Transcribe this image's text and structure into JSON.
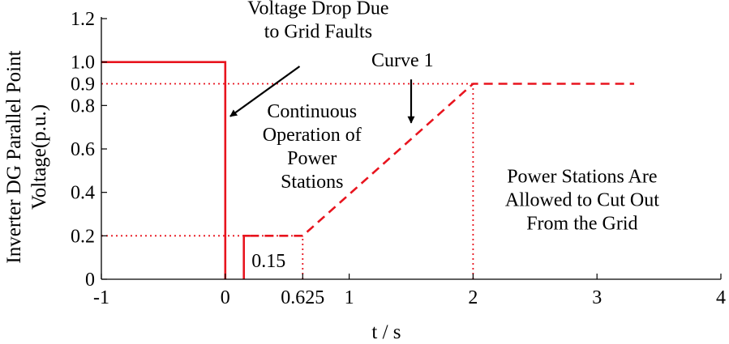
{
  "colors": {
    "curve": "#e8141e",
    "axis": "#000000",
    "ref": "#e8141e",
    "highlight_tick": "#e8141e"
  },
  "chart_data": {
    "type": "line",
    "title": "",
    "xlabel": "t / s",
    "ylabel_lines": [
      "Inverter DG Parallel Point",
      "Voltage(p.u.)"
    ],
    "xlim": [
      -1,
      4
    ],
    "ylim": [
      0,
      1.2
    ],
    "x_ticks": [
      {
        "value": -1,
        "label": "-1"
      },
      {
        "value": 0,
        "label": "0"
      },
      {
        "value": 0.625,
        "label": "0.625"
      },
      {
        "value": 1,
        "label": "1"
      },
      {
        "value": 2,
        "label": "2"
      },
      {
        "value": 3,
        "label": "3"
      },
      {
        "value": 4,
        "label": "4"
      }
    ],
    "y_ticks": [
      {
        "value": 0,
        "label": "0",
        "highlight": false
      },
      {
        "value": 0.2,
        "label": "0.2",
        "highlight": false
      },
      {
        "value": 0.4,
        "label": "0.4",
        "highlight": false
      },
      {
        "value": 0.6,
        "label": "0.6",
        "highlight": false
      },
      {
        "value": 0.8,
        "label": "0.8",
        "highlight": false
      },
      {
        "value": 0.9,
        "label": "0.9",
        "highlight": true
      },
      {
        "value": 1.0,
        "label": "1.0",
        "highlight": false
      },
      {
        "value": 1.2,
        "label": "1.2",
        "highlight": false
      }
    ],
    "series": [
      {
        "style": "solid",
        "points": [
          [
            -1,
            1.0
          ],
          [
            0,
            1.0
          ],
          [
            0,
            0
          ]
        ]
      },
      {
        "style": "solid",
        "points": [
          [
            0.15,
            0
          ],
          [
            0.15,
            0.2
          ],
          [
            0.2,
            0.2
          ]
        ]
      },
      {
        "style": "dashed",
        "points": [
          [
            0.2,
            0.2
          ],
          [
            0.625,
            0.2
          ],
          [
            2.0,
            0.9
          ],
          [
            3.3,
            0.9
          ]
        ]
      }
    ],
    "reference_lines": [
      {
        "points": [
          [
            -1,
            0.9
          ],
          [
            2.0,
            0.9
          ]
        ]
      },
      {
        "points": [
          [
            -1,
            0.2
          ],
          [
            0.625,
            0.2
          ]
        ]
      },
      {
        "points": [
          [
            0.625,
            0
          ],
          [
            0.625,
            0.2
          ]
        ]
      },
      {
        "points": [
          [
            2.0,
            0
          ],
          [
            2.0,
            0.9
          ]
        ]
      }
    ],
    "annotations": [
      {
        "id": "voltage-drop",
        "lines": [
          "Voltage Drop Due",
          "to Grid Faults"
        ],
        "at": [
          0.75,
          1.22
        ],
        "arrow_from": [
          0.6,
          0.98
        ],
        "arrow_to": [
          0.04,
          0.75
        ]
      },
      {
        "id": "curve-1",
        "lines": [
          "Curve 1"
        ],
        "at": [
          1.43,
          0.98
        ],
        "arrow_from": [
          1.5,
          0.92
        ],
        "arrow_to": [
          1.5,
          0.72
        ]
      },
      {
        "id": "continuous-op",
        "lines": [
          "Continuous",
          "Operation of",
          "Power",
          "Stations"
        ],
        "at": [
          0.7,
          0.745
        ]
      },
      {
        "id": "cut-out",
        "lines": [
          "Power Stations Are",
          "Allowed to Cut Out",
          "From the Grid"
        ],
        "at": [
          2.88,
          0.445
        ]
      },
      {
        "id": "time-015",
        "lines": [
          "0.15"
        ],
        "at": [
          0.35,
          0.055
        ]
      }
    ]
  }
}
